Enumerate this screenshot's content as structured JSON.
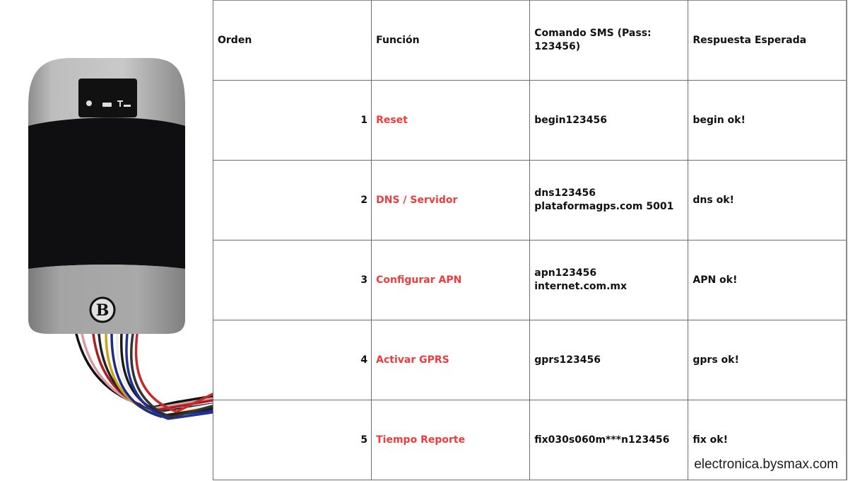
{
  "image": {
    "subject": "GPS tracker device with wiring harness",
    "indicators": [
      "satellite-icon",
      "battery-icon",
      "signal-icon"
    ],
    "logo": "B"
  },
  "table": {
    "headers": [
      "Orden",
      "Función",
      "Comando SMS (Pass: 123456)",
      "Respuesta Esperada"
    ],
    "rows": [
      {
        "order": "1",
        "function": "Reset",
        "command": "begin123456",
        "response": "begin ok!"
      },
      {
        "order": "2",
        "function": "DNS / Servidor",
        "command": "dns123456 plataformagps.com 5001",
        "response": "dns ok!"
      },
      {
        "order": "3",
        "function": "Configurar APN",
        "command": "apn123456 internet.com.mx",
        "response": "APN ok!"
      },
      {
        "order": "4",
        "function": "Activar GPRS",
        "command": "gprs123456",
        "response": "gprs ok!"
      },
      {
        "order": "5",
        "function": "Tiempo Reporte",
        "command": "fix030s060m***n123456",
        "response": "fix ok!"
      }
    ]
  },
  "colors": {
    "function_text": "#ef3b3b",
    "grid": "#6e6e6e"
  },
  "watermark": "electronica.bysmax.com"
}
